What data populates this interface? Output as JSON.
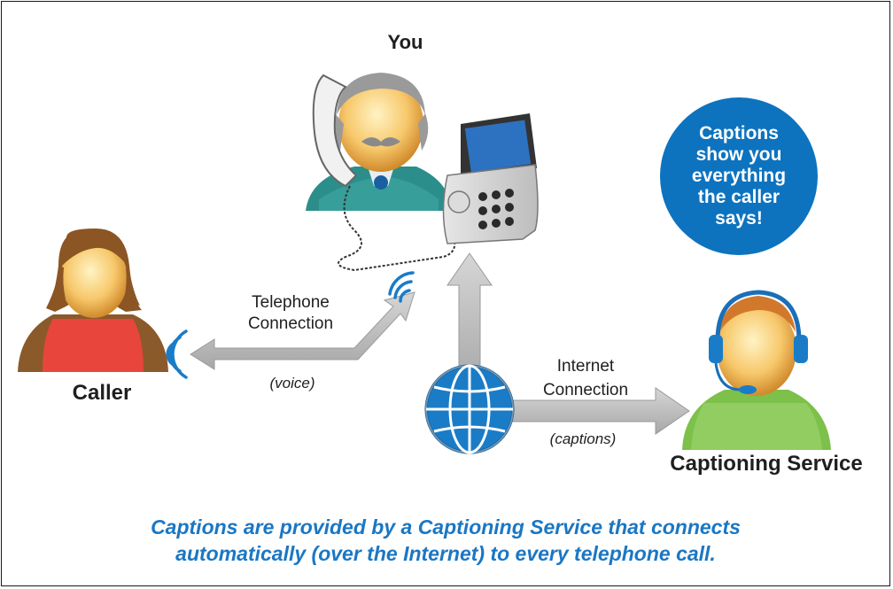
{
  "labels": {
    "you": "You",
    "caller": "Caller",
    "captioning_service": "Captioning Service",
    "telephone_connection": "Telephone\nConnection",
    "voice": "(voice)",
    "internet_connection": "Internet\nConnection",
    "captions": "(captions)"
  },
  "bubble": {
    "text": "Captions show you everything the caller says!"
  },
  "footer": {
    "line1": "Captions are provided by a Captioning Service that connects",
    "line2": "automatically (over the Internet) to every telephone call."
  },
  "colors": {
    "accent_blue": "#0d73bf",
    "footer_blue": "#1a77c4",
    "arrow_gray": "#b9b9b9",
    "caller_shirt": "#e8453c",
    "you_shirt": "#2c8e8a",
    "service_shirt": "#7dc04a"
  },
  "icons": {
    "you": "person-with-phone-icon",
    "caller": "caller-person-icon",
    "service": "captioning-agent-icon",
    "internet": "globe-icon",
    "signal": "signal-waves-icon"
  }
}
